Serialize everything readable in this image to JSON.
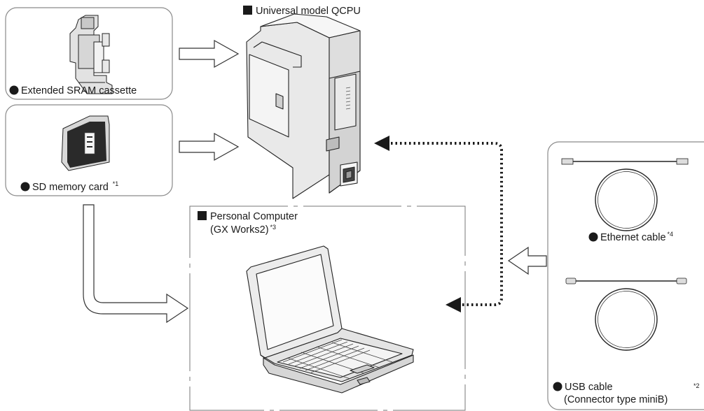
{
  "cpu": {
    "title": "Universal model QCPU"
  },
  "sram": {
    "label": "Extended SRAM cassette"
  },
  "sd": {
    "label": "SD memory card",
    "note": "*1"
  },
  "pc": {
    "title": "Personal Computer",
    "subtitle": "(GX Works2)",
    "note": "*3"
  },
  "ethernet": {
    "label": "Ethernet cable",
    "note": "*4"
  },
  "usb": {
    "label": "USB cable",
    "sublabel": "(Connector type miniB)",
    "note": "*2"
  },
  "icons": [
    "sram-cassette",
    "sd-card",
    "qcpu-module",
    "laptop-pc",
    "ethernet-cable",
    "usb-cable"
  ],
  "colors": {
    "line": "#1a1a1a",
    "frame": "#777777",
    "device_fill": "#e9e9e9",
    "device_dark": "#2b2b2b"
  }
}
